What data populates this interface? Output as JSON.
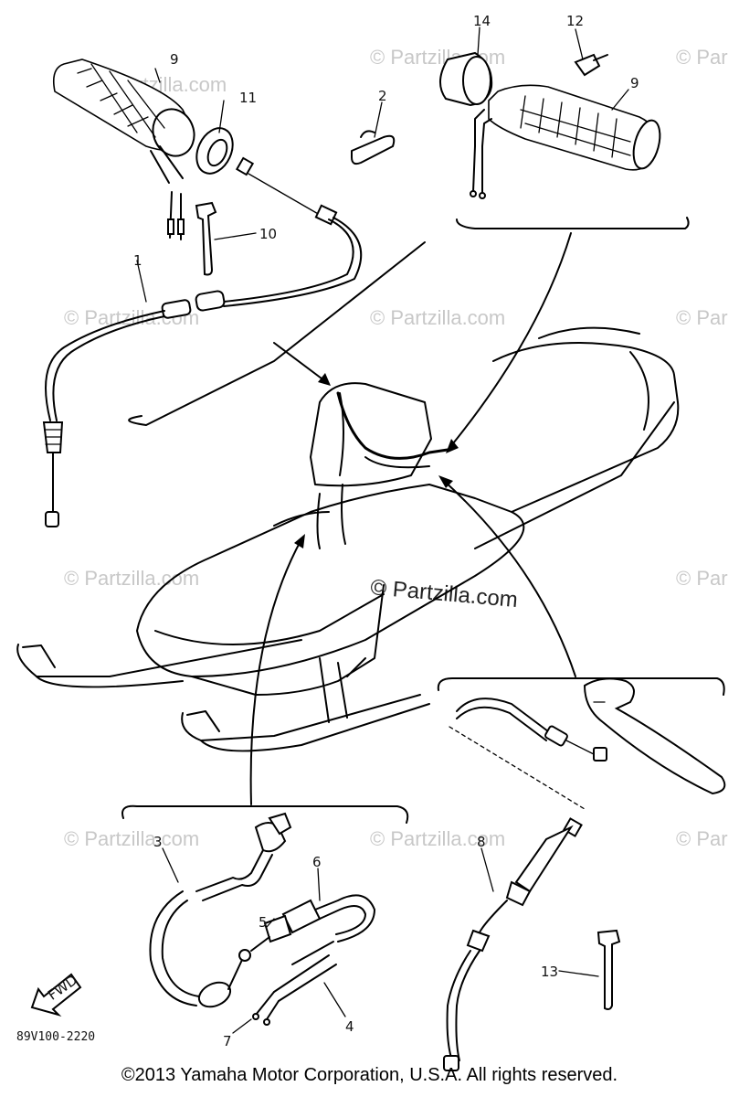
{
  "diagram": {
    "callouts": {
      "c1": "1",
      "c2": "2",
      "c3": "3",
      "c4": "4",
      "c5": "5",
      "c6": "6",
      "c7": "7",
      "c8": "8",
      "c9a": "9",
      "c9b": "9",
      "c10": "10",
      "c11": "11",
      "c12": "12",
      "c13": "13",
      "c14": "14"
    },
    "drawing_code": "89V100-2220",
    "fwd_label": "FWD",
    "watermark": "© Partzilla.com",
    "watermark_short": "© Par"
  },
  "footer": {
    "copyright": "©2013  Yamaha Motor Corporation, U.S.A. All rights reserved."
  }
}
